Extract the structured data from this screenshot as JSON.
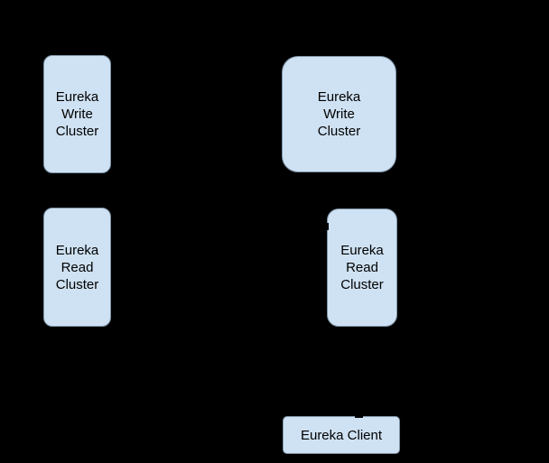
{
  "diagram": {
    "colors": {
      "background": "#000000",
      "node_fill": "#cfe2f3",
      "node_border": "#7e93a6",
      "text_color": "#000000"
    },
    "nodes": {
      "left_write": {
        "label": "Eureka\nWrite\nCluster"
      },
      "left_read": {
        "label": "Eureka\nRead\nCluster"
      },
      "right_write": {
        "label": "Eureka\nWrite\nCluster"
      },
      "right_read": {
        "label": "Eureka\nRead\nCluster"
      },
      "client": {
        "label": "Eureka Client"
      }
    }
  }
}
